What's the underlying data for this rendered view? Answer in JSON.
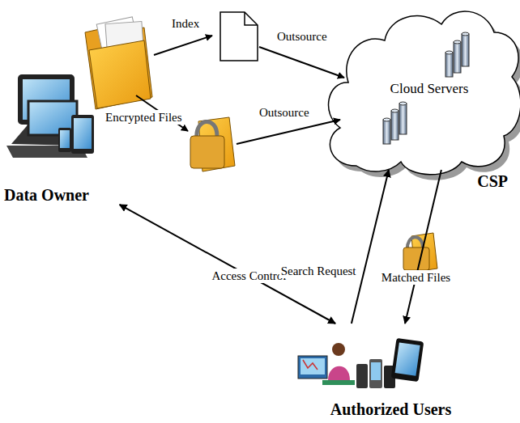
{
  "diagram": {
    "nodes": [
      {
        "text": [
          "Data Owner"
        ]
      },
      {
        "text": [
          "CSP"
        ]
      },
      {
        "text": [
          "Cloud Servers"
        ],
        "in": 1
      },
      {
        "text": [
          "Authorized Users"
        ]
      }
    ],
    "edges": [
      {
        "from": 0,
        "to": 3,
        "label": "Access Control",
        "arrow": "both"
      },
      {
        "from": 3,
        "to": 1,
        "label": "Search Request",
        "arrow": "to"
      },
      {
        "from": 1,
        "to": 3,
        "label": "Matched Files",
        "arrow": "to"
      }
    ],
    "labels": [
      "Index",
      "Outsource",
      "Encrypted Files",
      "Outsource"
    ]
  }
}
